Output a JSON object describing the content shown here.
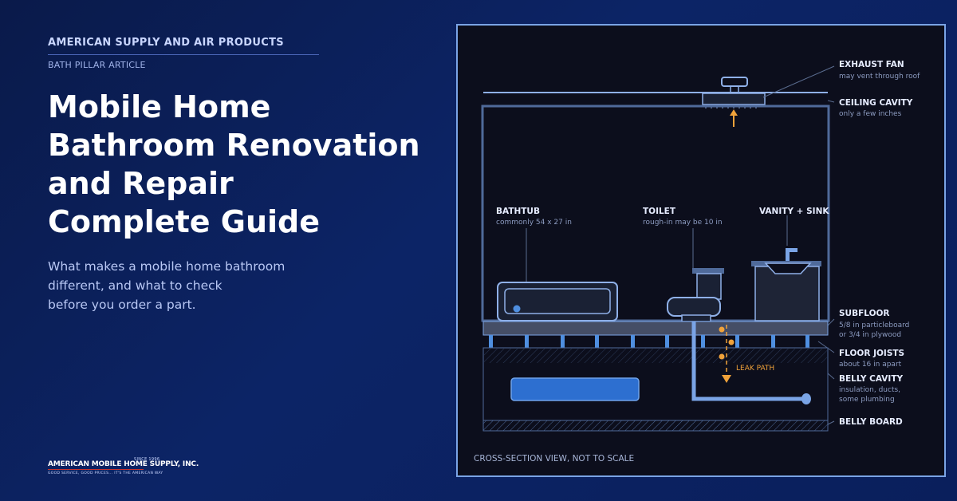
{
  "header": {
    "brand": "AMERICAN SUPPLY AND AIR PRODUCTS",
    "subtitle": "BATH PILLAR ARTICLE"
  },
  "main": {
    "title_lines": [
      "Mobile Home",
      "Bathroom Renovation",
      "and Repair",
      "Complete Guide"
    ],
    "lede_lines": [
      "What makes a mobile home bathroom",
      "different, and what to check",
      "before you order a part."
    ]
  },
  "footer": {
    "logo_name": "AMERICAN MOBILE HOME SUPPLY, INC.",
    "logo_since": "SINCE 1996",
    "logo_tagline": "GOOD SERVICE, GOOD PRICES... IT'S THE AMERICAN WAY"
  },
  "diagram": {
    "labels": {
      "exhaust_fan": "EXHAUST FAN",
      "exhaust_fan_note": "may vent through roof",
      "ceiling_cavity": "CEILING CAVITY",
      "ceiling_cavity_note": "only a few inches",
      "bathtub": "BATHTUB",
      "bathtub_note": "commonly 54 x 27 in",
      "toilet": "TOILET",
      "toilet_note": "rough-in may be 10 in",
      "vanity": "VANITY + SINK",
      "subfloor": "SUBFLOOR",
      "subfloor_note_1": "5/8 in particleboard",
      "subfloor_note_2": "or 3/4 in plywood",
      "floor_joists": "FLOOR JOISTS",
      "floor_joists_note": "about 16 in apart",
      "belly_cavity": "BELLY CAVITY",
      "belly_cavity_note_1": "insulation, ducts,",
      "belly_cavity_note_2": "some plumbing",
      "belly_board": "BELLY BOARD",
      "leak_path": "LEAK PATH",
      "caption": "CROSS-SECTION VIEW, NOT TO SCALE"
    },
    "colors": {
      "panel_bg": "#0c0e1c",
      "frame": "#7aa4e6",
      "line": "#4f6a9a",
      "accent_blue": "#4f8fe0",
      "leak": "#f0a23a"
    }
  }
}
